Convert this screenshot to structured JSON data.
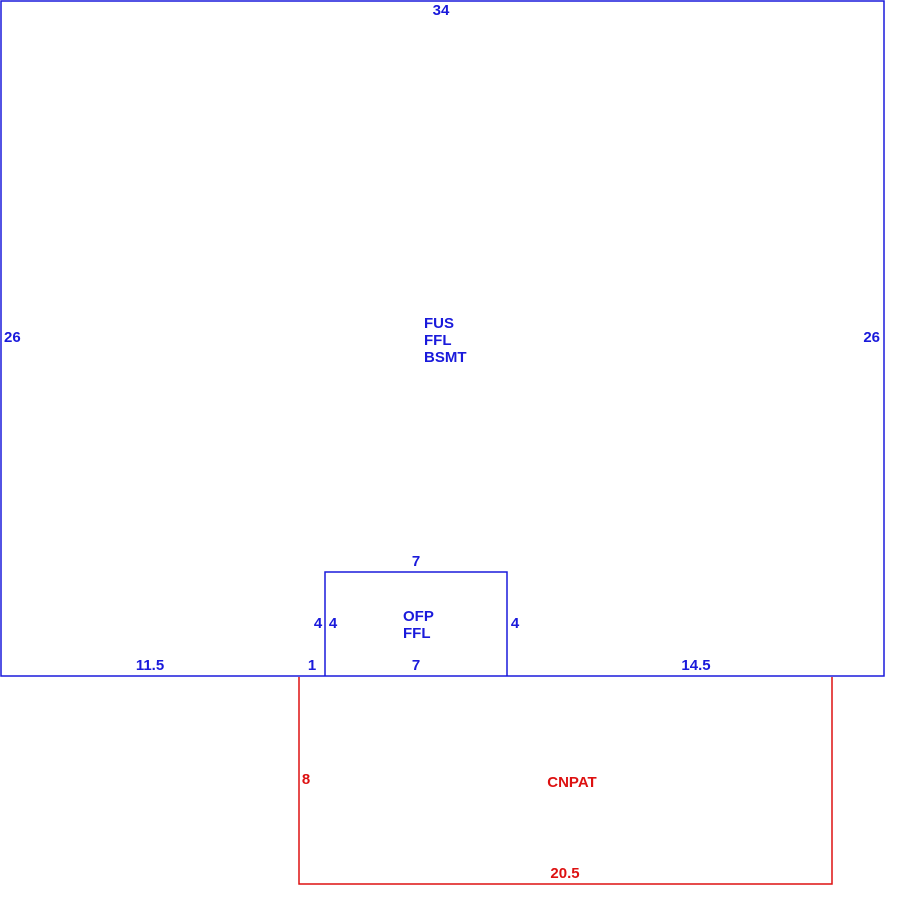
{
  "colors": {
    "main": "#1a1adb",
    "patio": "#dd1111",
    "background": "#ffffff"
  },
  "main_structure": {
    "codes": [
      "FUS",
      "FFL",
      "BSMT"
    ],
    "dims": {
      "top": "34",
      "left": "26",
      "right": "26",
      "bottom_left": "11.5",
      "bottom_gap": "1",
      "bottom_right": "14.5"
    }
  },
  "porch": {
    "codes": [
      "OFP",
      "FFL"
    ],
    "dims": {
      "top": "7",
      "bottom": "7",
      "left_outer": "4",
      "left_inner": "4",
      "right": "4"
    }
  },
  "patio": {
    "codes": [
      "CNPAT"
    ],
    "dims": {
      "left": "8",
      "bottom": "20.5"
    }
  }
}
